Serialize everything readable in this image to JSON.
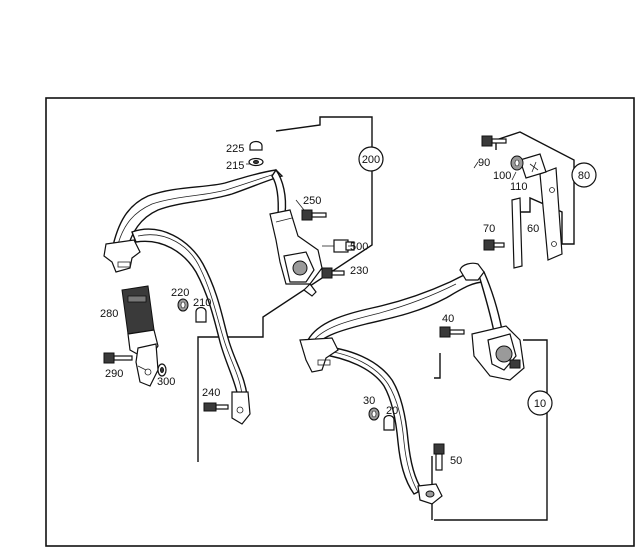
{
  "callouts": {
    "c225": "225",
    "c215": "215",
    "c200": "200",
    "c250": "250",
    "c500": "500",
    "c230": "230",
    "c220": "220",
    "c210": "210",
    "c280": "280",
    "c290": "290",
    "c300": "300",
    "c240": "240",
    "c90": "90",
    "c100": "100",
    "c110": "110",
    "c80": "80",
    "c70": "70",
    "c60": "60",
    "c40": "40",
    "c10": "10",
    "c30": "30",
    "c20": "20",
    "c50": "50"
  }
}
